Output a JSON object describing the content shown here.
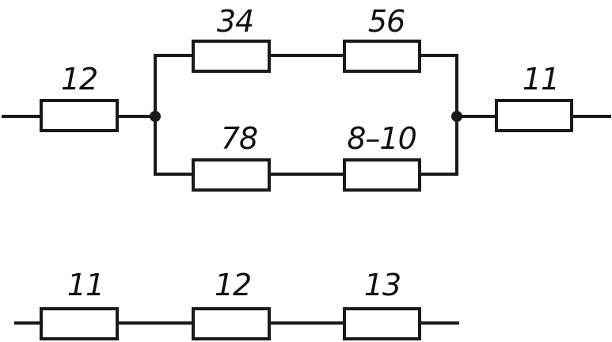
{
  "circuit_top": {
    "left_resistor": {
      "label": "12"
    },
    "upper_branch": [
      {
        "label": "34"
      },
      {
        "label": "56"
      }
    ],
    "lower_branch": [
      {
        "label": "78"
      },
      {
        "label": "8–10"
      }
    ],
    "right_resistor": {
      "label": "11"
    }
  },
  "circuit_bottom": {
    "resistors": [
      {
        "label": "11"
      },
      {
        "label": "12"
      },
      {
        "label": "13"
      }
    ]
  },
  "colors": {
    "line": "#1a1a1a",
    "background": "#ffffff"
  }
}
